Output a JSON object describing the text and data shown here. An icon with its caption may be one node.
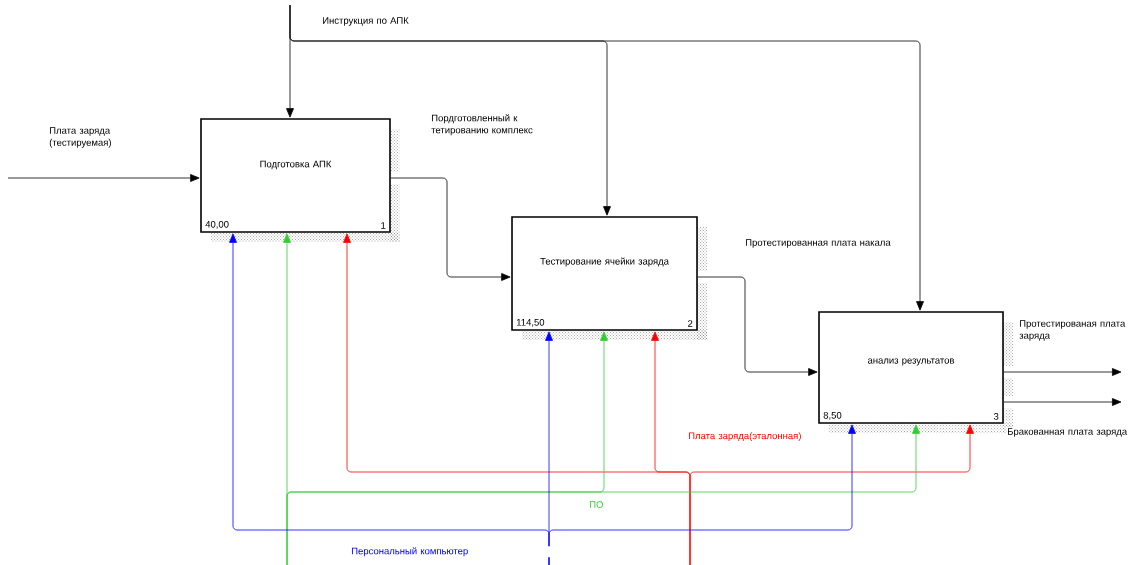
{
  "diagram": {
    "nodes": [
      {
        "text": [
          "Подготовка АПК",
          "40,00",
          "1"
        ]
      },
      {
        "text": [
          "Тестирование ячейки заряда",
          "114,50",
          "2"
        ]
      },
      {
        "text": [
          "анализ результатов",
          "8,50",
          "3"
        ]
      }
    ],
    "edges": [
      {
        "from": null,
        "to": 0,
        "arrow": "to",
        "label": "Плата заряда (тестируемая)"
      },
      {
        "from": null,
        "to": 0,
        "arrow": "to"
      },
      {
        "from": null,
        "to": 1,
        "arrow": "to",
        "label": "Инструкция по АПК"
      },
      {
        "from": null,
        "to": 2,
        "arrow": "to"
      },
      {
        "from": 0,
        "to": 1,
        "arrow": "to",
        "label": "Пордготовленный к тетированию комплекс"
      },
      {
        "from": 1,
        "to": 2,
        "arrow": "to",
        "label": "Протестированная плата накала"
      },
      {
        "from": 2,
        "to": null,
        "arrow": "to",
        "label": "Протестированая плата заряда"
      },
      {
        "from": 2,
        "to": null,
        "arrow": "to",
        "label": "Бракованная плата заряда"
      },
      {
        "from": null,
        "to": 0,
        "arrow": "to",
        "color": "#ff0000"
      },
      {
        "from": null,
        "to": 1,
        "arrow": "to",
        "color": "#ff0000"
      },
      {
        "from": null,
        "to": 2,
        "arrow": "to",
        "color": "#ff0000",
        "label": "Плата заряда(эталонная)"
      },
      {
        "from": null,
        "to": 0,
        "arrow": "to",
        "color": "#33cc33"
      },
      {
        "from": null,
        "to": 1,
        "arrow": "to",
        "color": "#33cc33",
        "label": "ПО"
      },
      {
        "from": null,
        "to": 2,
        "arrow": "to",
        "color": "#33cc33"
      },
      {
        "from": null,
        "to": 0,
        "arrow": "to",
        "color": "#0000ff",
        "label": "Персональный компьютер"
      },
      {
        "from": null,
        "to": 1,
        "arrow": "to",
        "color": "#0000ff"
      },
      {
        "from": null,
        "to": 2,
        "arrow": "to",
        "color": "#0000ff"
      }
    ]
  }
}
